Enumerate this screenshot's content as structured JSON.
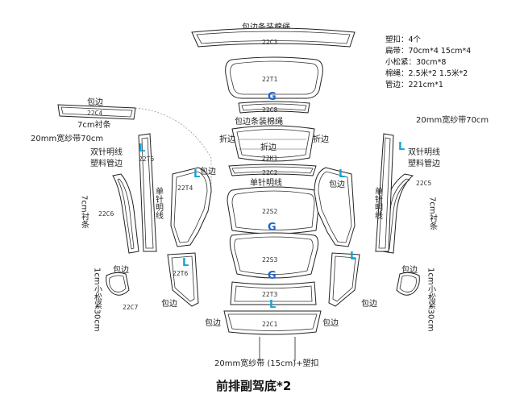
{
  "title": "前排副驾底*2",
  "legend": [
    "塑扣：4个",
    "扁带：70cm*4  15cm*4",
    "小松紧：30cm*8",
    "棉绳：2.5米*2  1.5米*2",
    "管边：221cm*1"
  ],
  "parts": {
    "c3": "22C3",
    "t1": "22T1",
    "c8": "22C8",
    "k1": "22K1",
    "c2": "22C2",
    "s2": "22S2",
    "s3": "22S3",
    "t3": "22T3",
    "c1": "22C1",
    "c4": "22C4",
    "t5": "22T5",
    "t4": "22T4",
    "c6": "22C6",
    "t6": "22T6",
    "c7": "22C7",
    "c5": "22C5"
  },
  "marks": {
    "g": "G",
    "l": "L"
  },
  "labels": {
    "top_cord": "包边条装棉绳",
    "mid_cord": "包边条装棉绳",
    "fold_left": "折边",
    "fold_right": "折边",
    "fold_center": "折边",
    "single_stitch": "单针明线",
    "wrap": "包边",
    "lining_7cm": "7cm衬条",
    "left_strap": "20mm宽纱带70cm",
    "right_strap": "20mm宽纱带70cm",
    "double_stitch": "双针明线",
    "plastic_pipe": "塑料管边",
    "lining_vertical": "7cm衬条",
    "elastic_vertical": "1cm小松紧30cm",
    "single_vertical": "单针明线",
    "bottom_strap": "20mm宽纱带 (15cm)+塑扣"
  }
}
